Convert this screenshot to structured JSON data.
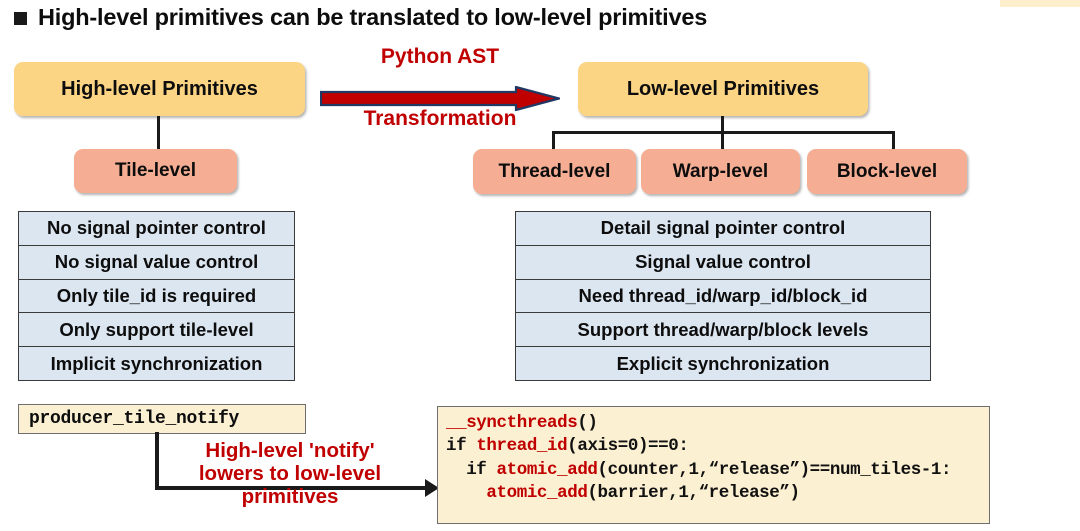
{
  "slide": {
    "title": "High-level primitives can be translated to low-level primitives",
    "bullet_glyph": "square-bullet"
  },
  "colors": {
    "accent_red": "#C00000",
    "node_yellow": "#FCD584",
    "node_salmon": "#F5AE94",
    "table_blue": "#DCE6F1",
    "code_cream": "#FBF0D2",
    "line_dark": "#1A1A1A",
    "arrow_fill": "#C00000",
    "arrow_stroke": "#1F3864"
  },
  "left_branch": {
    "root_label": "High-level Primitives",
    "children": [
      "Tile-level"
    ],
    "features": [
      "No signal pointer control",
      "No signal value control",
      "Only tile_id is required",
      "Only support tile-level",
      "Implicit synchronization"
    ]
  },
  "transform": {
    "label_top": "Python AST",
    "label_bottom": "Transformation",
    "icon": "right-arrow-icon"
  },
  "right_branch": {
    "root_label": "Low-level Primitives",
    "children": [
      "Thread-level",
      "Warp-level",
      "Block-level"
    ],
    "features": [
      "Detail signal pointer control",
      "Signal value control",
      "Need thread_id/warp_id/block_id",
      "Support thread/warp/block levels",
      "Explicit synchronization"
    ]
  },
  "lowering": {
    "source_primitive": "producer_tile_notify",
    "note_lines": [
      "High-level 'notify'",
      "lowers to low-level",
      "primitives"
    ],
    "arrow_icon": "elbow-right-arrow-icon",
    "code_lines": [
      [
        {
          "t": "__syncthreads",
          "c": "fn"
        },
        {
          "t": "()",
          "c": "kw"
        }
      ],
      [
        {
          "t": "if ",
          "c": "kw"
        },
        {
          "t": "thread_id",
          "c": "fn"
        },
        {
          "t": "(axis=0)==0:",
          "c": "kw"
        }
      ],
      [
        {
          "t": "  if ",
          "c": "kw"
        },
        {
          "t": "atomic_add",
          "c": "fn"
        },
        {
          "t": "(counter,1,“release”)==num_tiles-1:",
          "c": "kw"
        }
      ],
      [
        {
          "t": "    ",
          "c": "kw"
        },
        {
          "t": "atomic_add",
          "c": "fn"
        },
        {
          "t": "(barrier,1,“release”)",
          "c": "kw"
        }
      ]
    ]
  }
}
